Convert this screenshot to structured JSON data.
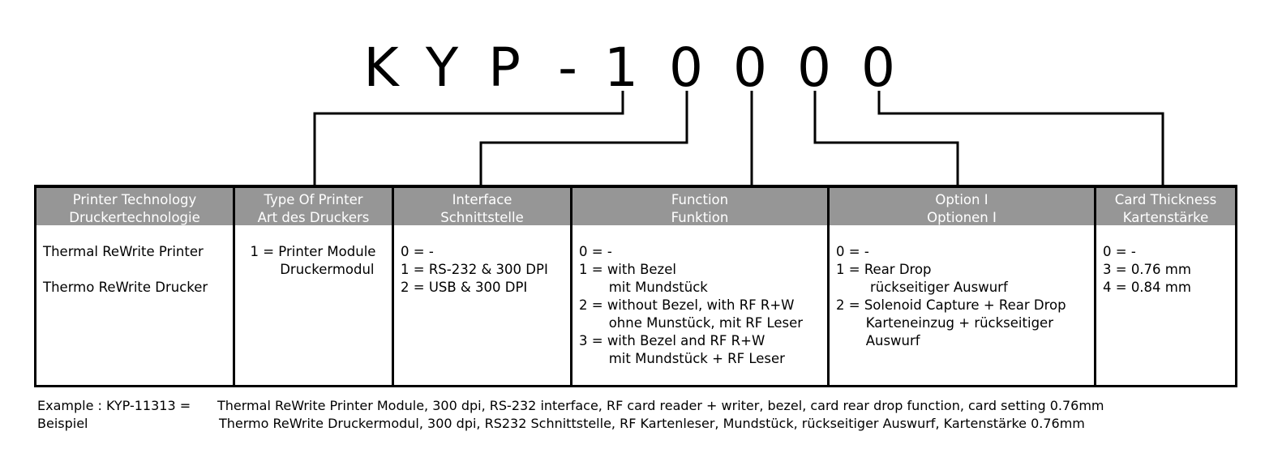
{
  "title": {
    "code_chars": [
      "K",
      "Y",
      "P",
      "-",
      "1",
      "0",
      "0",
      "0",
      "0"
    ]
  },
  "table": {
    "columns": [
      {
        "head_line1": "Printer Technology",
        "head_line2": "Druckertechnologie",
        "body": "Thermal ReWrite Printer\n\nThermo ReWrite Drucker"
      },
      {
        "head_line1": "Type Of Printer",
        "head_line2": "Art des Druckers",
        "body": "  1 = Printer Module\n         Druckermodul"
      },
      {
        "head_line1": "Interface",
        "head_line2": "Schnittstelle",
        "body": "0 = -\n1 = RS-232 & 300 DPI\n2 = USB & 300 DPI"
      },
      {
        "head_line1": "Function",
        "head_line2": "Funktion",
        "body": "0 = -\n1 = with Bezel\n       mit Mundstück\n2 = without Bezel, with RF R+W\n       ohne Munstück, mit RF Leser\n3 = with Bezel and RF R+W\n       mit Mundstück + RF Leser"
      },
      {
        "head_line1": "Option I",
        "head_line2": "Optionen I",
        "body": "0 = -\n1 = Rear Drop\n        rückseitiger Auswurf\n2 = Solenoid Capture + Rear Drop\n       Karteneinzug + rückseitiger\n       Auswurf"
      },
      {
        "head_line1": "Card Thickness",
        "head_line2": "Kartenstärke",
        "body": "0 = -\n3 = 0.76 mm\n4 = 0.84 mm"
      }
    ]
  },
  "example": {
    "label_en": "Example : KYP-11313 =",
    "text_en": "Thermal ReWrite Printer Module, 300 dpi, RS-232 interface, RF card reader + writer, bezel, card rear drop function, card setting 0.76mm",
    "label_de": "Beispiel",
    "text_de": "Thermo ReWrite Druckermodul, 300 dpi, RS232 Schnittstelle, RF Kartenleser, Mundstück, rückseitiger Auswurf, Kartenstärke 0.76mm"
  }
}
